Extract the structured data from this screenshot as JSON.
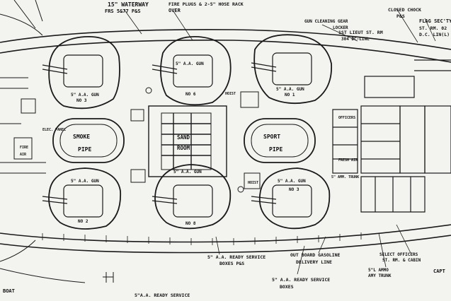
{
  "labels": {
    "waterway": "15\" WATERWAY",
    "waterway_sub": "FRS 5&77 P&S",
    "fire_plugs": "FIRE PLUGS & 2-5\" HOSE RACK",
    "fire_plugs_2": "OVER",
    "gun_cleaning": "GUN CLEANING GEAR",
    "gun_cleaning_2": "LOCKER",
    "closed_chock": "CLOSED CHOCK",
    "closed_chock_2": "P&S",
    "flag_secty": "FLAG SEC'TY",
    "flag_secty_2": "ST. RM. 02",
    "flag_secty_3": "D.C. LIN(L)",
    "lieut": "1ST LIEUT ST. RM",
    "lieut_2": "304 DC-LINL",
    "gun_nw_1": "5\" A.A. GUN",
    "gun_nw_2": "NO 3",
    "gun_n_1": "5\" A.A. GUN",
    "gun_n_2": "NO 6",
    "gun_ne_1": "5\" A.A. GUN",
    "gun_ne_2": "NO 1",
    "gun_sw_1": "5\" A.A. GUN",
    "gun_sw_2": "NO 2",
    "gun_s_1": "5\" A.A. GUN",
    "gun_s_2": "NO 8",
    "gun_se_1": "5\" A.A. GUN",
    "gun_se_2": "NO 3",
    "smoke_pipe_1": "SMOKE",
    "smoke_pipe_2": "PIPE",
    "sport_pipe_1": "SPORT",
    "sport_pipe_2": "PIPE",
    "sand_room_1": "SAND",
    "sand_room_2": "ROOM",
    "ready_service_1": "5\" A.A. READY SERVICE",
    "ready_service_2": "BOXES P&S",
    "gasoline_1": "OUT BOARD GASOLINE",
    "gasoline_2": "DELIVERY LINE",
    "ready_service_3": "5\" A.A. READY SERVICE",
    "ready_service_4": "BOXES",
    "ready_service_bottom": "5\"A.A. READY SERVICE",
    "boat": "BOAT",
    "select_officers": "SELECT OFFICERS",
    "select_officers_2": "ST. RM. & CABIN",
    "ammo_1": "5\"L AMMO",
    "ammo_2": "AMY TRUNK",
    "capt": "CAPT",
    "officers": "OFFICERS",
    "hoist": "HOIST",
    "ammo_trunk": "5\" AMM. TRUNK",
    "elec_panel": "ELEC. PANEL",
    "fire": "FIRE",
    "air": "AIR",
    "fresh_air": "FRESH AIR"
  }
}
